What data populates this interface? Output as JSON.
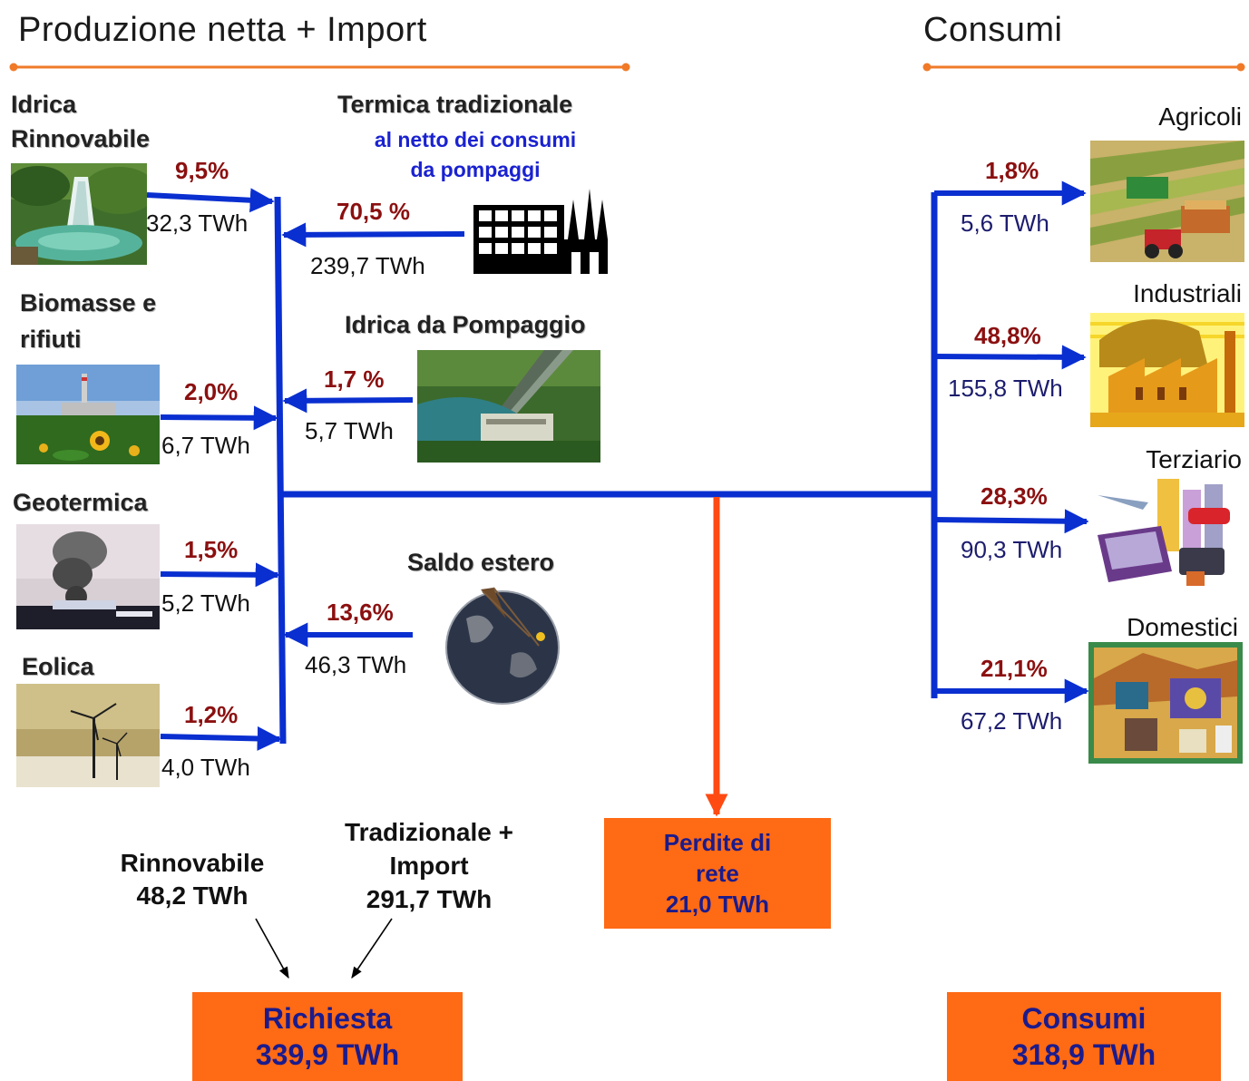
{
  "headers": {
    "production": "Produzione netta  + Import",
    "consumption": "Consumi"
  },
  "sources": {
    "idrica_rinnovabile": {
      "title_line1": "Idrica",
      "title_line2": "Rinnovabile",
      "pct": "9,5%",
      "twh": "32,3 TWh"
    },
    "termica": {
      "title": "Termica tradizionale",
      "subtitle_line1": "al netto dei consumi",
      "subtitle_line2": "da pompaggi",
      "pct": "70,5 %",
      "twh": "239,7 TWh"
    },
    "biomasse": {
      "title_line1": "Biomasse e",
      "title_line2": "rifiuti",
      "pct": "2,0%",
      "twh": "6,7 TWh"
    },
    "idrica_pompaggio": {
      "title": "Idrica da Pompaggio",
      "pct": "1,7 %",
      "twh": "5,7 TWh"
    },
    "geotermica": {
      "title": "Geotermica",
      "pct": "1,5%",
      "twh": "5,2 TWh"
    },
    "saldo_estero": {
      "title": "Saldo estero",
      "pct": "13,6%",
      "twh": "46,3 TWh"
    },
    "eolica": {
      "title": "Eolica",
      "pct": "1,2%",
      "twh": "4,0 TWh"
    }
  },
  "consumers": {
    "agricoli": {
      "label": "Agricoli",
      "pct": "1,8%",
      "twh": "5,6 TWh"
    },
    "industriali": {
      "label": "Industriali",
      "pct": "48,8%",
      "twh": "155,8 TWh"
    },
    "terziario": {
      "label": "Terziario",
      "pct": "28,3%",
      "twh": "90,3 TWh"
    },
    "domestici": {
      "label": "Domestici",
      "pct": "21,1%",
      "twh": "67,2 TWh"
    }
  },
  "summary": {
    "rinnovabile_line1": "Rinnovabile",
    "rinnovabile_line2": "48,2 TWh",
    "tradizionale_line1": "Tradizionale +",
    "tradizionale_line2": "Import",
    "tradizionale_line3": "291,7 TWh"
  },
  "boxes": {
    "perdite_line1": "Perdite di",
    "perdite_line2": "rete",
    "perdite_line3": "21,0 TWh",
    "richiesta_line1": "Richiesta",
    "richiesta_line2": "339,9 TWh",
    "consumi_line1": "Consumi",
    "consumi_line2": "318,9 TWh"
  },
  "colors": {
    "flow_blue": "#0a2fd0",
    "loss_orange": "#ff4a12",
    "box_orange": "#ff6a14",
    "header_rule": "#f07a28",
    "pct_red": "#8b1010",
    "text_navy": "#1c1c6e"
  },
  "icons": [
    "waterfall-photo",
    "thermal-plant-icon",
    "biomass-plant-photo",
    "pumped-hydro-photo",
    "geothermal-photo",
    "globe-icon",
    "wind-turbine-photo",
    "agriculture-clipart",
    "factory-clipart",
    "office-devices-clipart",
    "home-appliances-clipart"
  ]
}
